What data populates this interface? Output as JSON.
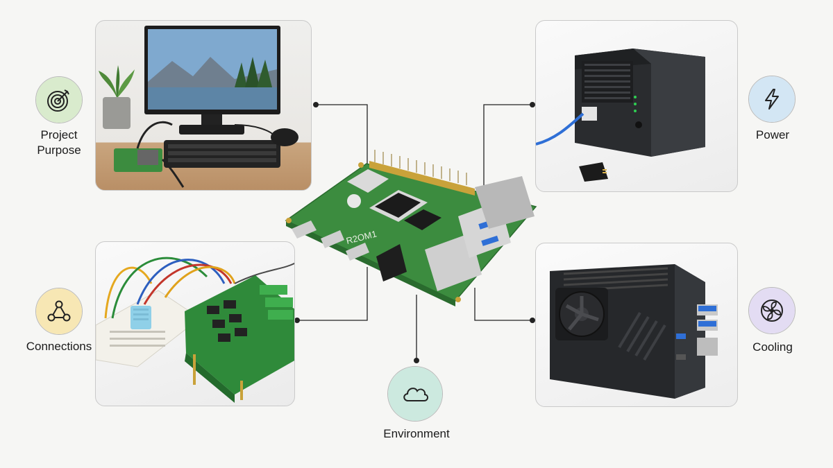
{
  "categories": {
    "project_purpose": {
      "label_line1": "Project",
      "label_line2": "Purpose",
      "icon": "target-icon",
      "color": "#d9ebcd"
    },
    "connections": {
      "label": "Connections",
      "icon": "network-icon",
      "color": "#f7e7b4"
    },
    "environment": {
      "label": "Environment",
      "icon": "cloud-icon",
      "color": "#cce9df"
    },
    "power": {
      "label": "Power",
      "icon": "lightning-icon",
      "color": "#d3e6f4"
    },
    "cooling": {
      "label": "Cooling",
      "icon": "fan-icon",
      "color": "#e3dcf3"
    }
  },
  "board": {
    "marking": "R2OM1"
  },
  "colors": {
    "connector": "#222222",
    "board_green": "#3c8c3f"
  }
}
